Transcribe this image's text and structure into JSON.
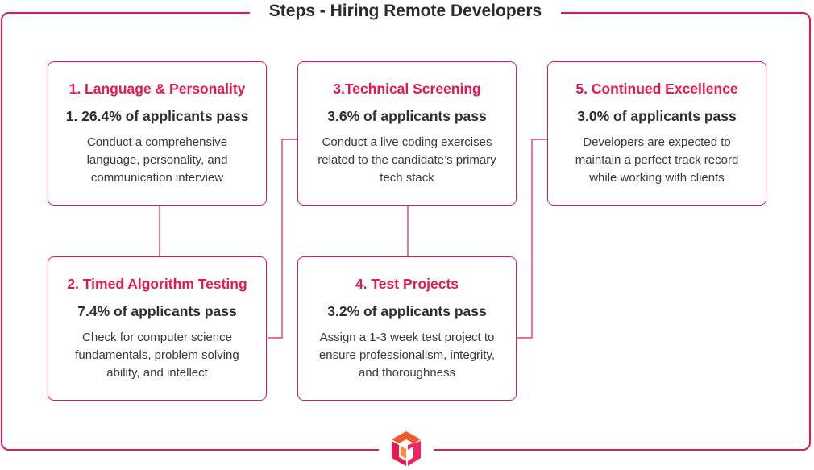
{
  "title": "Steps - Hiring Remote Developers",
  "steps": [
    {
      "heading": "1.  Language & Personality",
      "pass": "1.  26.4% of applicants pass",
      "desc": "Conduct a comprehensive language, personality, and communication interview"
    },
    {
      "heading": "2.  Timed Algorithm Testing",
      "pass": "7.4% of applicants pass",
      "desc": "Check for computer science fundamentals, problem solving ability, and intellect"
    },
    {
      "heading": "3.Technical Screening",
      "pass": "3.6% of applicants pass",
      "desc": "Conduct a live coding exercises related to the candidate’s primary tech stack"
    },
    {
      "heading": "4. Test Projects",
      "pass": "3.2% of applicants pass",
      "desc": "Assign a 1-3 week test project to ensure professionalism, integrity, and thoroughness"
    },
    {
      "heading": "5. Continued Excellence",
      "pass": "3.0% of applicants pass",
      "desc": "Developers are expected to maintain a perfect track record while working with clients"
    }
  ],
  "colors": {
    "accent": "#e8174f",
    "text": "#2e2e2e"
  },
  "logo_icon": "cube-logo-icon"
}
